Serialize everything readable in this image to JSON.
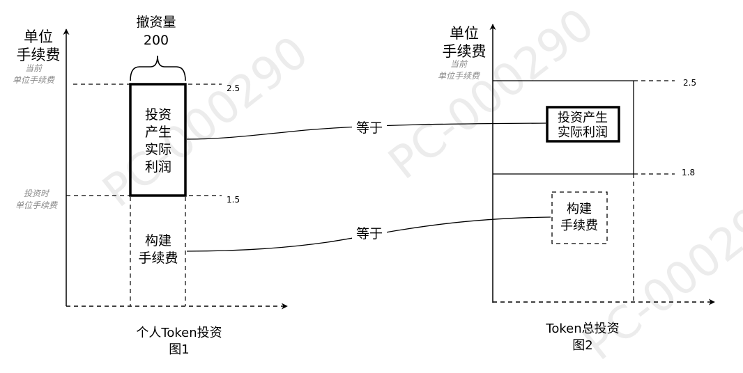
{
  "watermark": "PC-000290",
  "fig1": {
    "y_axis_label_line1": "单位",
    "y_axis_label_line2": "手续费",
    "current_fee_line1": "当前",
    "current_fee_line2": "单位手续费",
    "invest_fee_line1": "投资时",
    "invest_fee_line2": "单位手续费",
    "withdraw_label": "撤资量",
    "withdraw_amount": "200",
    "tick_high": "2.5",
    "tick_low": "1.5",
    "profit_box_lines": [
      "投资",
      "产生",
      "实际",
      "利润"
    ],
    "build_fee_lines": [
      "构建",
      "手续费"
    ],
    "caption_line1": "个人Token投资",
    "caption_line2": "图1"
  },
  "connectors": {
    "equals_top": "等于",
    "equals_bottom": "等于"
  },
  "fig2": {
    "y_axis_label_line1": "单位",
    "y_axis_label_line2": "手续费",
    "current_fee_line1": "当前",
    "current_fee_line2": "单位手续费",
    "tick_high": "2.5",
    "tick_low": "1.8",
    "profit_box_lines": [
      "投资产生",
      "实际利润"
    ],
    "build_fee_lines": [
      "构建",
      "手续费"
    ],
    "caption_line1": "Token总投资",
    "caption_line2": "图2"
  }
}
